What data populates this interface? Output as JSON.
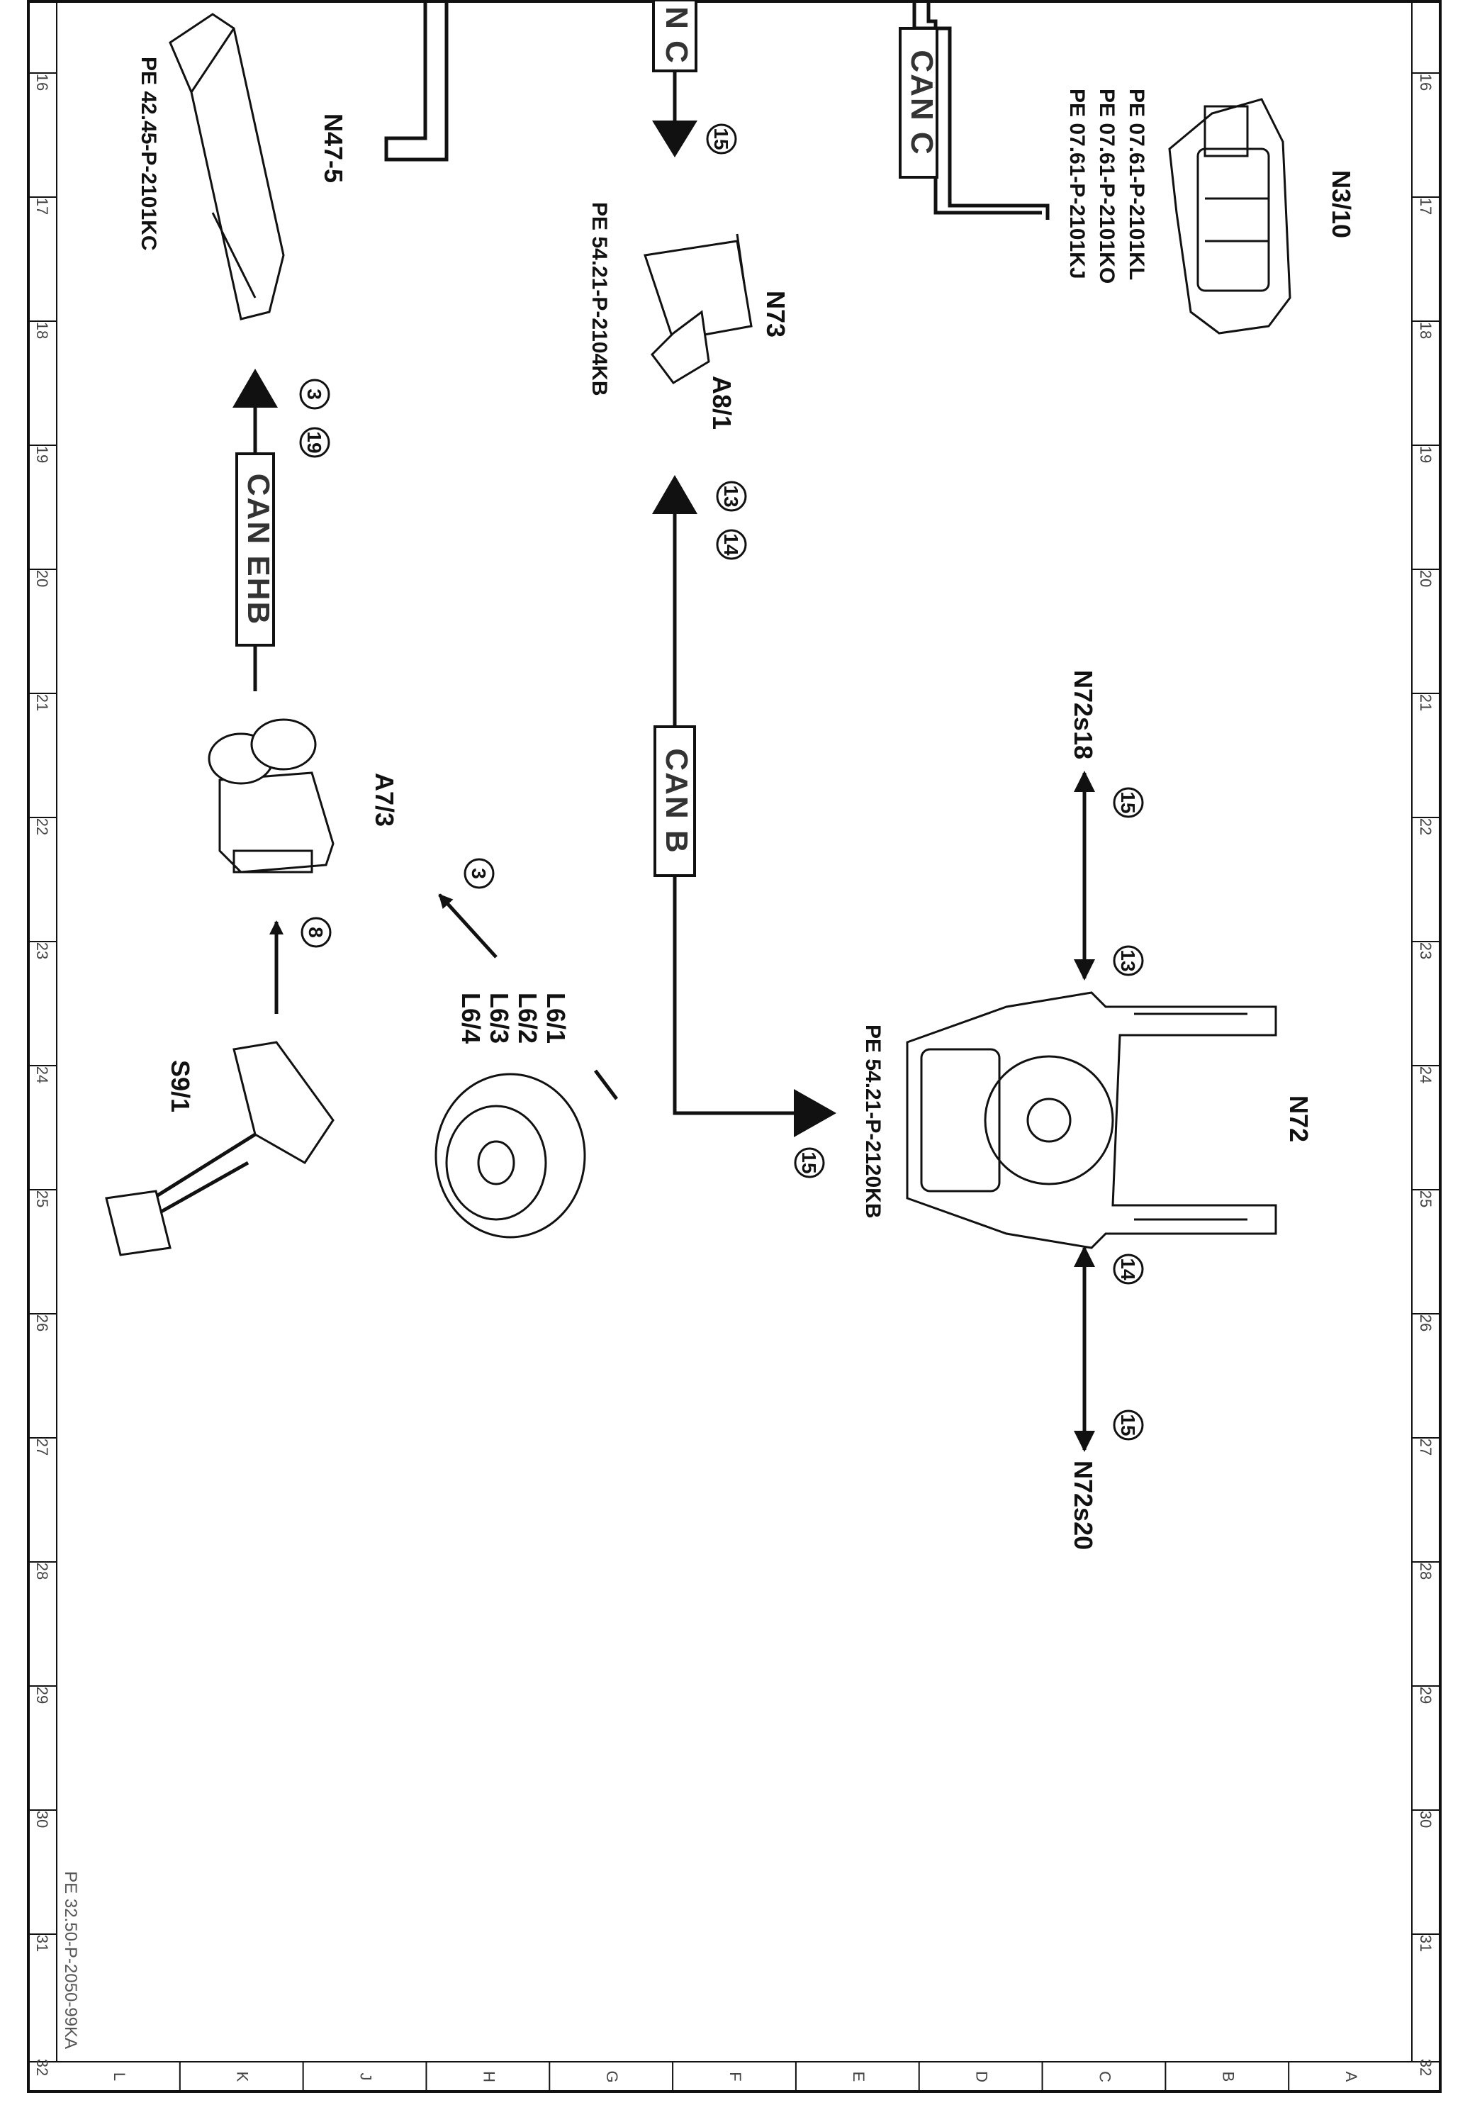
{
  "row_numbers": [
    "16",
    "17",
    "18",
    "19",
    "20",
    "21",
    "22",
    "23",
    "24",
    "25",
    "26",
    "27",
    "28",
    "29",
    "30",
    "31",
    "32"
  ],
  "column_letters": [
    "L",
    "K",
    "J",
    "H",
    "G",
    "F",
    "E",
    "D",
    "C",
    "B",
    "A"
  ],
  "document_id": "PE 32.50-P-2050-99KA",
  "can_labels": {
    "top_partial": "N C",
    "can_c": "CAN C",
    "can_ehb": "CAN EHB",
    "can_b": "CAN B"
  },
  "components": {
    "n3_10": "N3/10",
    "n47_5": "N47-5",
    "n73": "N73",
    "a8_1": "A8/1",
    "a7_3": "A7/3",
    "n72": "N72",
    "n72s18": "N72s18",
    "n72s20": "N72s20",
    "s9_1": "S9/1",
    "l6_1": "L6/1",
    "l6_2": "L6/2",
    "l6_3": "L6/3",
    "l6_4": "L6/4"
  },
  "references": {
    "n3_10_a": "PE 07.61-P-2101KL",
    "n3_10_b": "PE 07.61-P-2101KO",
    "n3_10_c": "PE 07.61-P-2101KJ",
    "n47_5": "PE 42.45-P-2101KC",
    "n73": "PE 54.21-P-2104KB",
    "n72": "PE 54.21-P-2120KB"
  },
  "signal_numbers": {
    "top_arrow": "15",
    "n47_a": "3",
    "n47_b": "19",
    "n73_a": "13",
    "n73_b": "14",
    "n72s18_a": "15",
    "n72s18_b": "13",
    "n72s20_a": "14",
    "n72s20_b": "15",
    "l6": "3",
    "s9_1": "8",
    "n72_in": "15"
  }
}
